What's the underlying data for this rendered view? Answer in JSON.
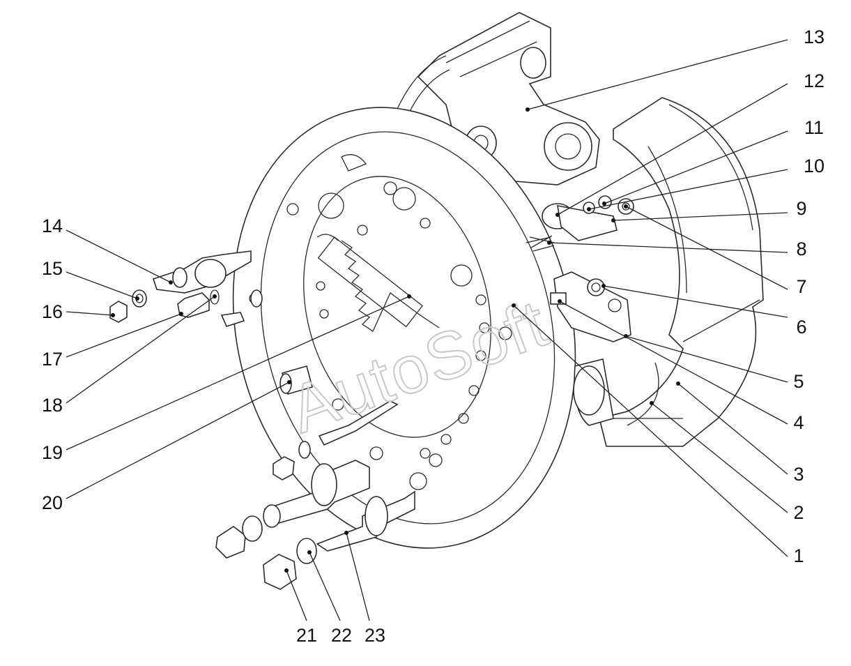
{
  "watermark": "AutoSoft",
  "callouts": [
    {
      "id": "1",
      "label": "1"
    },
    {
      "id": "2",
      "label": "2"
    },
    {
      "id": "3",
      "label": "3"
    },
    {
      "id": "4",
      "label": "4"
    },
    {
      "id": "5",
      "label": "5"
    },
    {
      "id": "6",
      "label": "6"
    },
    {
      "id": "7",
      "label": "7"
    },
    {
      "id": "8",
      "label": "8"
    },
    {
      "id": "9",
      "label": "9"
    },
    {
      "id": "10",
      "label": "10"
    },
    {
      "id": "11",
      "label": "11"
    },
    {
      "id": "12",
      "label": "12"
    },
    {
      "id": "13",
      "label": "13"
    },
    {
      "id": "14",
      "label": "14"
    },
    {
      "id": "15",
      "label": "15"
    },
    {
      "id": "16",
      "label": "16"
    },
    {
      "id": "17",
      "label": "17"
    },
    {
      "id": "18",
      "label": "18"
    },
    {
      "id": "19",
      "label": "19"
    },
    {
      "id": "20",
      "label": "20"
    },
    {
      "id": "21",
      "label": "21"
    },
    {
      "id": "22",
      "label": "22"
    },
    {
      "id": "23",
      "label": "23"
    }
  ]
}
